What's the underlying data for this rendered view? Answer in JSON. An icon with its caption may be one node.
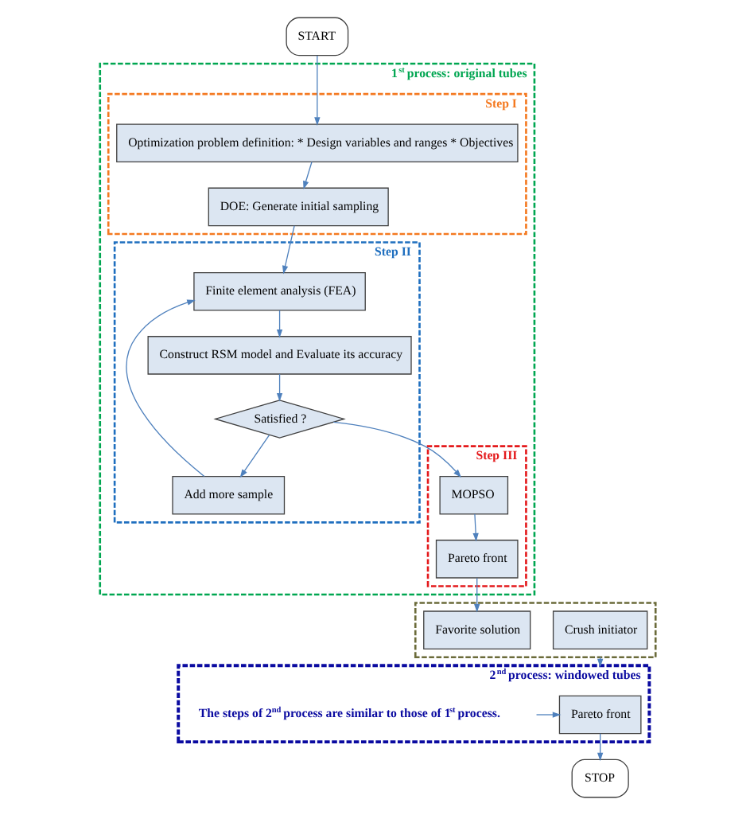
{
  "diagram": {
    "nodes": [
      {
        "text": [
          "START"
        ]
      },
      {
        "text": [
          "1$^{st}$ process: original tubes"
        ]
      },
      {
        "text": [
          "Step I"
        ],
        "in": 1
      },
      {
        "text": [
          "Optimization problem definition: * Design variables and ranges * Objectives"
        ],
        "in": 2
      },
      {
        "text": [
          "DOE: Generate initial sampling"
        ],
        "in": 2
      },
      {
        "text": [
          "Step II"
        ],
        "in": 1
      },
      {
        "text": [
          "Finite element analysis (FEA)"
        ],
        "in": 5
      },
      {
        "text": [
          "Add more sample"
        ],
        "in": 5
      },
      {
        "text": [
          "Construct RSM model and Evaluate its accuracy"
        ],
        "in": 5
      },
      {
        "text": [
          "Satisfied ?"
        ],
        "in": 5
      },
      {
        "text": [
          "Step III"
        ],
        "in": 1
      },
      {
        "text": [
          "MOPSO"
        ],
        "in": 10
      },
      {
        "text": [
          "Pareto front"
        ],
        "in": 10
      },
      {
        "text": [],
        "shape": "box"
      },
      {
        "text": [
          "Crush initiator"
        ],
        "in": 13
      },
      {
        "text": [
          "Favorite solution"
        ],
        "in": 13
      },
      {
        "text": [
          "2$^{nd}$ process: windowed tubes"
        ]
      },
      {
        "text": [
          "Pareto front"
        ],
        "in": 16
      },
      {
        "text": [
          "STOP"
        ]
      }
    ],
    "edges": [
      {
        "from": 0,
        "to": 3,
        "arrow": "to"
      },
      {
        "from": 3,
        "to": 4,
        "arrow": "to"
      },
      {
        "from": 4,
        "to": 6,
        "arrow": "to"
      },
      {
        "from": 6,
        "to": 8,
        "arrow": "to"
      },
      {
        "from": 8,
        "to": 9,
        "arrow": "to"
      },
      {
        "from": 9,
        "to": 7,
        "arrow": "to"
      },
      {
        "from": 7,
        "to": 6,
        "arrow": "to"
      },
      {
        "from": 9,
        "to": 11,
        "arrow": "to"
      },
      {
        "from": 11,
        "to": 12,
        "arrow": "to"
      },
      {
        "from": 12,
        "to": 15,
        "arrow": "to"
      },
      {
        "from": 13,
        "to": 16,
        "arrow": "to"
      },
      {
        "from": null,
        "to": 17,
        "arrow": "to"
      },
      {
        "from": 17,
        "to": 18,
        "arrow": "to"
      }
    ],
    "labels": [
      "The steps of 2$^{nd}$ process are similar to those of 1$^{st}$ process."
    ]
  }
}
